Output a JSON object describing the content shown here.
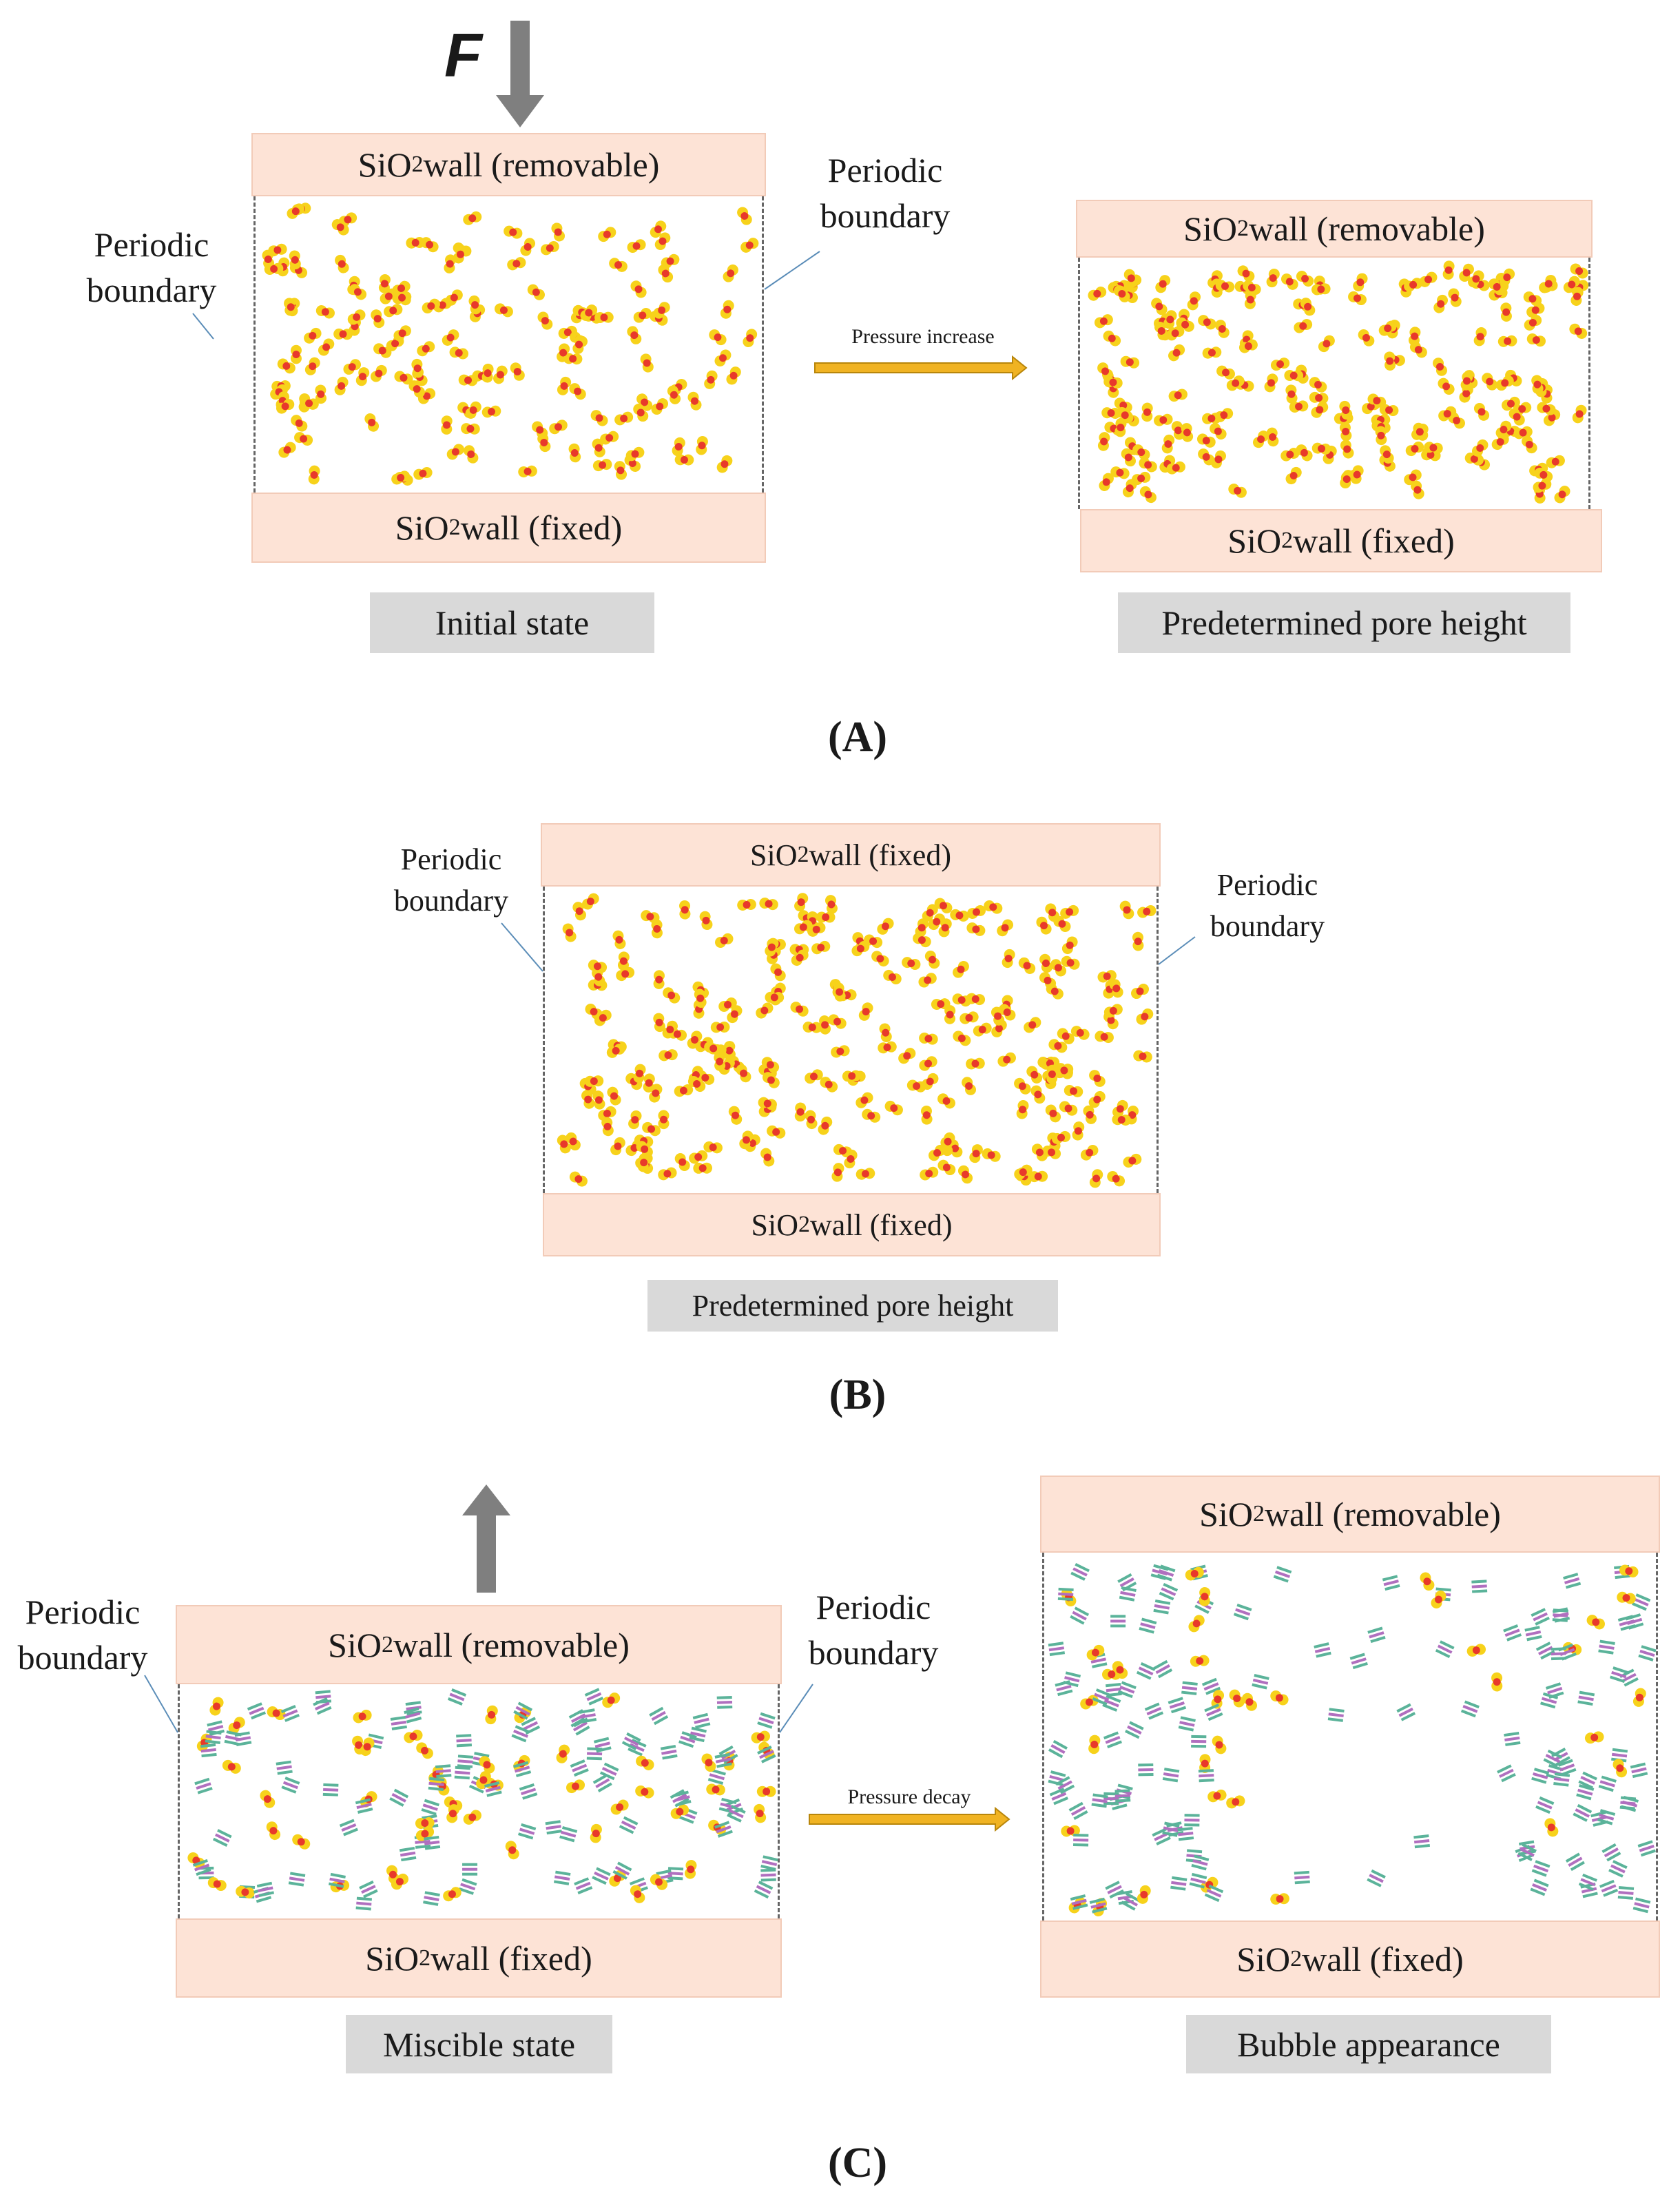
{
  "panel_a": {
    "force_label": "F",
    "left_top_wall": {
      "prefix": "SiO",
      "sub": "2",
      "suffix": " wall (removable)"
    },
    "left_bottom_wall": {
      "prefix": "SiO",
      "sub": "2",
      "suffix": " wall (fixed)"
    },
    "right_top_wall": {
      "prefix": "SiO",
      "sub": "2",
      "suffix": " wall (removable)"
    },
    "right_bottom_wall": {
      "prefix": "SiO",
      "sub": "2",
      "suffix": " wall (fixed)"
    },
    "periodic_left": [
      "Periodic",
      "boundary"
    ],
    "periodic_right": [
      "Periodic",
      "boundary"
    ],
    "arrow_label": "Pressure increase",
    "caption_left": "Initial state",
    "caption_right": "Predetermined pore height",
    "label": "(A)"
  },
  "panel_b": {
    "top_wall": {
      "prefix": "SiO",
      "sub": "2",
      "suffix": " wall (fixed)"
    },
    "bottom_wall": {
      "prefix": "SiO",
      "sub": "2",
      "suffix": " wall (fixed)"
    },
    "periodic_left": [
      "Periodic",
      "boundary"
    ],
    "periodic_right": [
      "Periodic",
      "boundary"
    ],
    "caption": "Predetermined pore height",
    "label": "(B)"
  },
  "panel_c": {
    "left_top_wall": {
      "prefix": "SiO",
      "sub": "2",
      "suffix": " wall (removable)"
    },
    "left_bottom_wall": {
      "prefix": "SiO",
      "sub": "2",
      "suffix": " wall (fixed)"
    },
    "right_top_wall": {
      "prefix": "SiO",
      "sub": "2",
      "suffix": " wall (removable)"
    },
    "right_bottom_wall": {
      "prefix": "SiO",
      "sub": "2",
      "suffix": " wall (fixed)"
    },
    "periodic_left": [
      "Periodic",
      "boundary"
    ],
    "periodic_right": [
      "Periodic",
      "boundary"
    ],
    "arrow_label": "Pressure decay",
    "caption_left": "Miscible state",
    "caption_right": "Bubble appearance",
    "label": "(C)"
  },
  "colors": {
    "wall_fill": "#fde3d6",
    "caption_fill": "#d9d9d9",
    "arrow_yellow": "#f0b323",
    "arrow_gray": "#7f7f7f",
    "molecule_co2_red": "#e8392b",
    "molecule_co2_yellow": "#f7d21b",
    "molecule_oil_green": "#5bb39a",
    "molecule_oil_purple": "#b06fbf"
  }
}
